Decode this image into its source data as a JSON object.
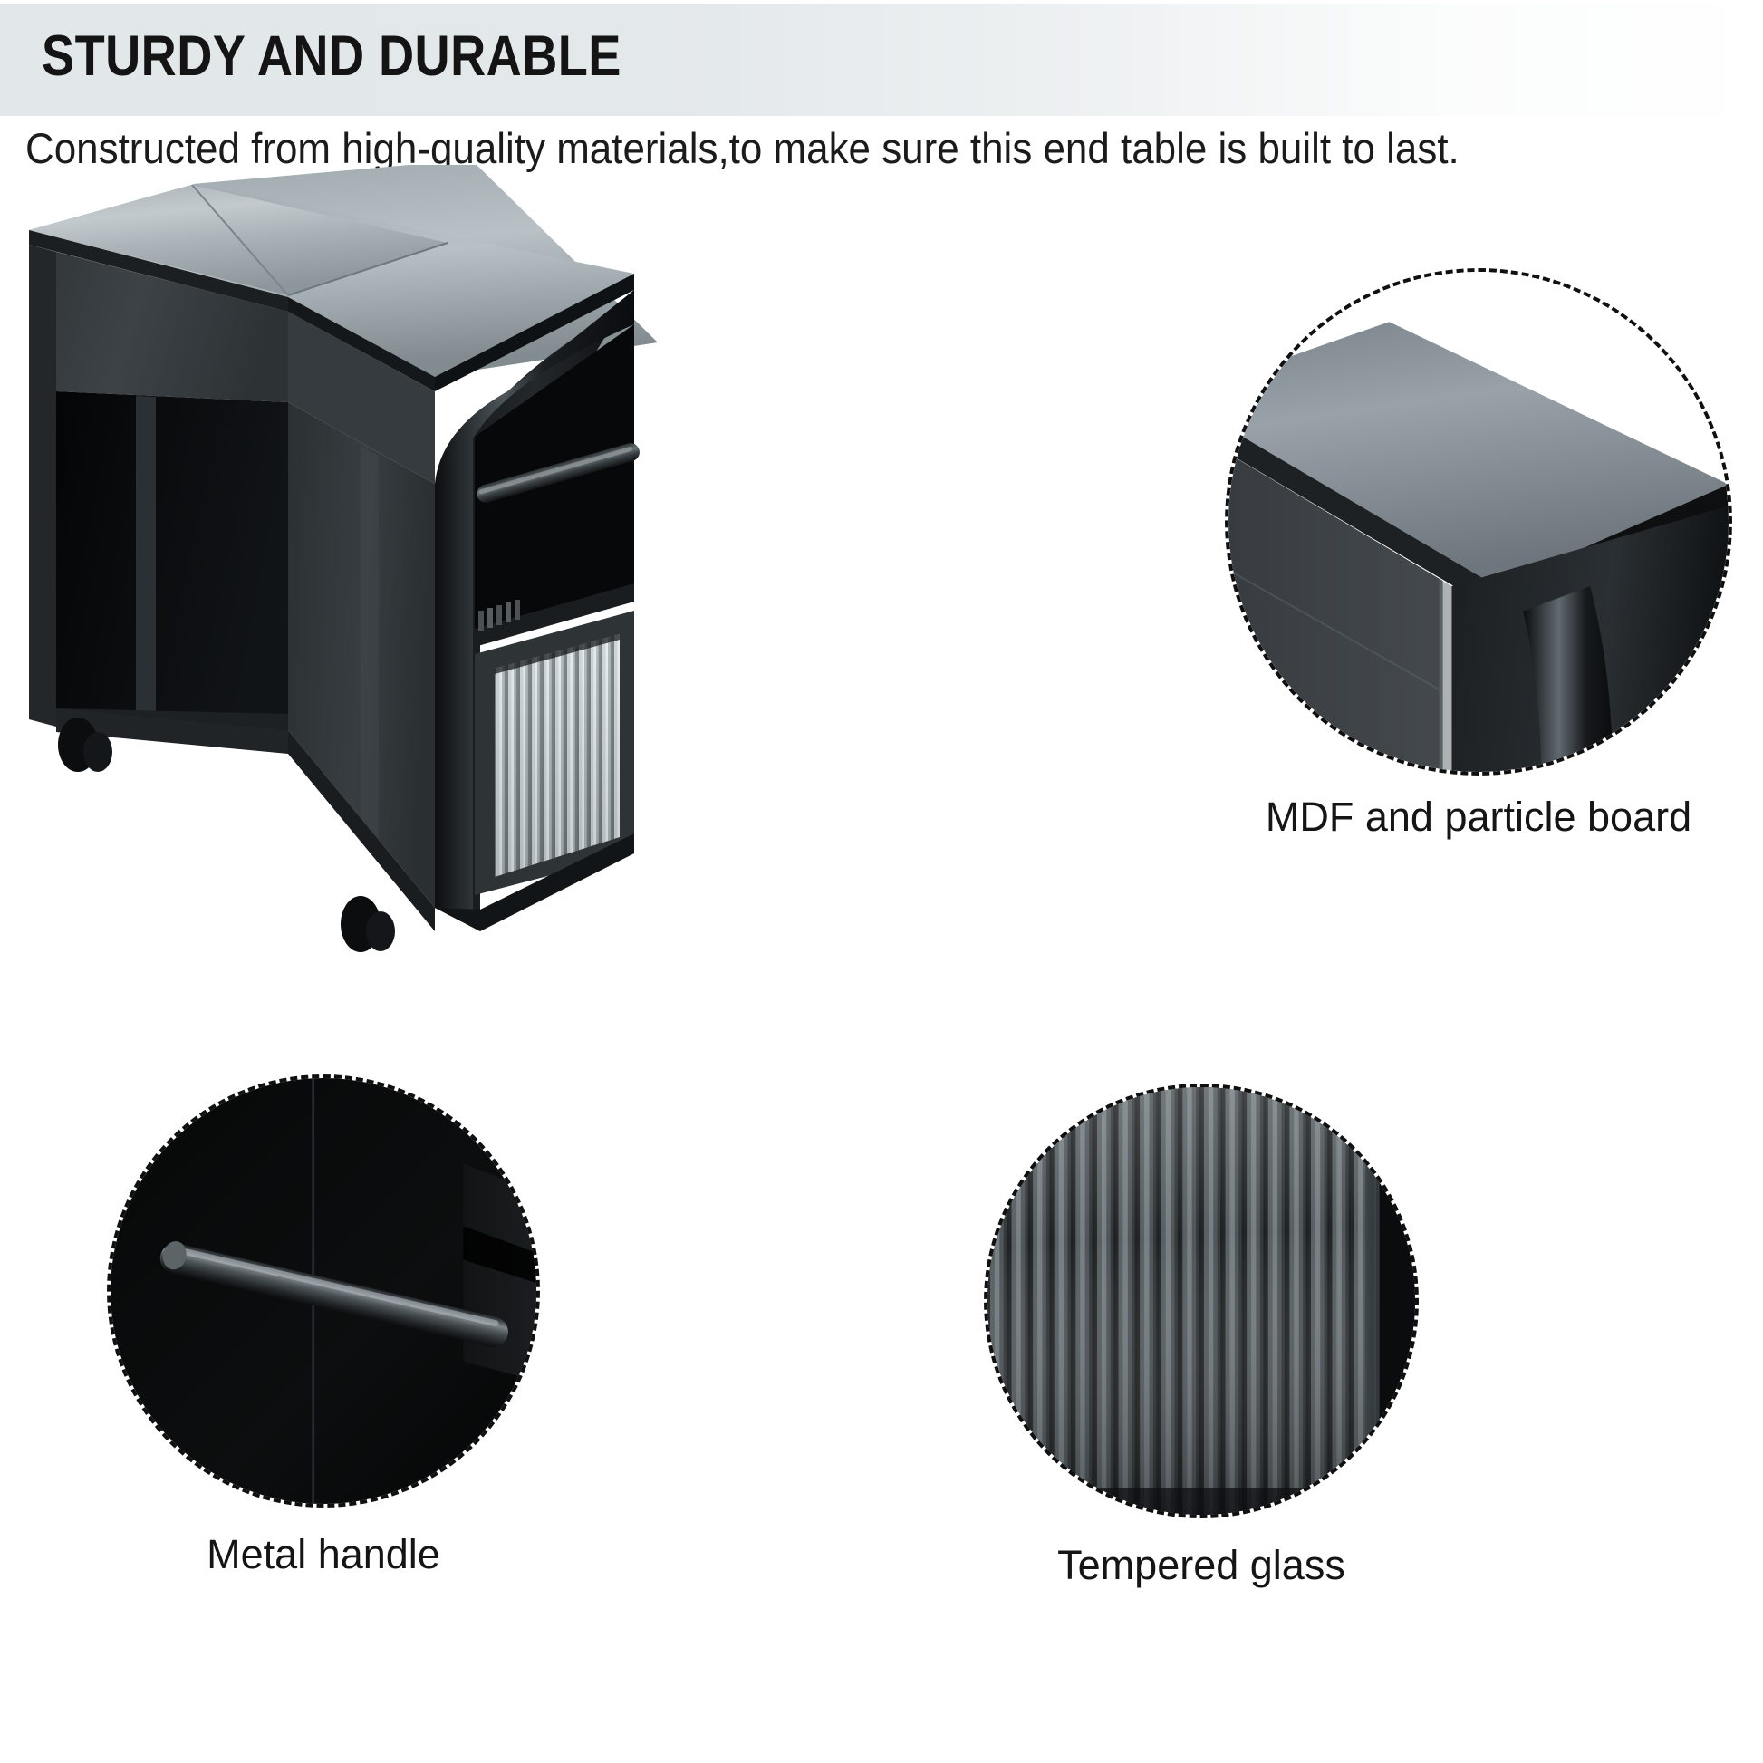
{
  "header": {
    "title": "STURDY AND DURABLE",
    "banner_gradient_start": "#e2e8e9",
    "banner_gradient_end": "#ffffff"
  },
  "subtitle": {
    "text": "Constructed from high-quality materials,to make sure this end table is built to last."
  },
  "product": {
    "name": "Glossy black lift-top end table with casters",
    "finish_color": "#2f3336",
    "top_highlight_color": "#b9c1c5",
    "shadow_color": "#0a0b0c",
    "glass_color": "#7d868b"
  },
  "callouts": [
    {
      "id": "mdf",
      "label": "MDF and particle board",
      "detail": "cabinet-corner-closeup",
      "border_style": "dashed",
      "border_color": "#101010"
    },
    {
      "id": "handle",
      "label": "Metal handle",
      "detail": "handle-bar-closeup",
      "border_style": "dashed",
      "border_color": "#101010"
    },
    {
      "id": "glass",
      "label": "Tempered glass",
      "detail": "fluted-glass-closeup",
      "border_style": "dashed",
      "border_color": "#101010"
    }
  ]
}
